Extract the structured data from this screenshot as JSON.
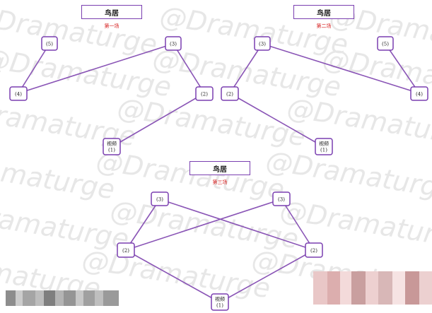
{
  "watermark_text": "@Dramaturge",
  "diagrams": [
    {
      "id": "d1",
      "title": "鸟居",
      "subtitle": "第一场",
      "nodes": [
        {
          "id": "n5",
          "label": "(5)"
        },
        {
          "id": "n3",
          "label": "(3)"
        },
        {
          "id": "n4",
          "label": "(4)"
        },
        {
          "id": "n2",
          "label": "(2)"
        },
        {
          "id": "n1",
          "label_line1": "视频",
          "label_line2": "(1)"
        }
      ]
    },
    {
      "id": "d2",
      "title": "鸟居",
      "subtitle": "第二场",
      "nodes": [
        {
          "id": "n3",
          "label": "(3)"
        },
        {
          "id": "n5",
          "label": "(5)"
        },
        {
          "id": "n2",
          "label": "(2)"
        },
        {
          "id": "n4",
          "label": "(4)"
        },
        {
          "id": "n1",
          "label_line1": "视频",
          "label_line2": "(1)"
        }
      ]
    },
    {
      "id": "d3",
      "title": "鸟居",
      "subtitle": "第三场",
      "nodes": [
        {
          "id": "n3a",
          "label": "(3)"
        },
        {
          "id": "n3b",
          "label": "(3)"
        },
        {
          "id": "n2a",
          "label": "(2)"
        },
        {
          "id": "n2b",
          "label": "(2)"
        },
        {
          "id": "n1",
          "label_line1": "视频",
          "label_line2": "(1)"
        }
      ]
    }
  ],
  "colors": {
    "accent": "#7a3fb0",
    "edge": "#8a55b6",
    "subtitle": "#d61f1f",
    "watermark": "#e7e7e7"
  }
}
